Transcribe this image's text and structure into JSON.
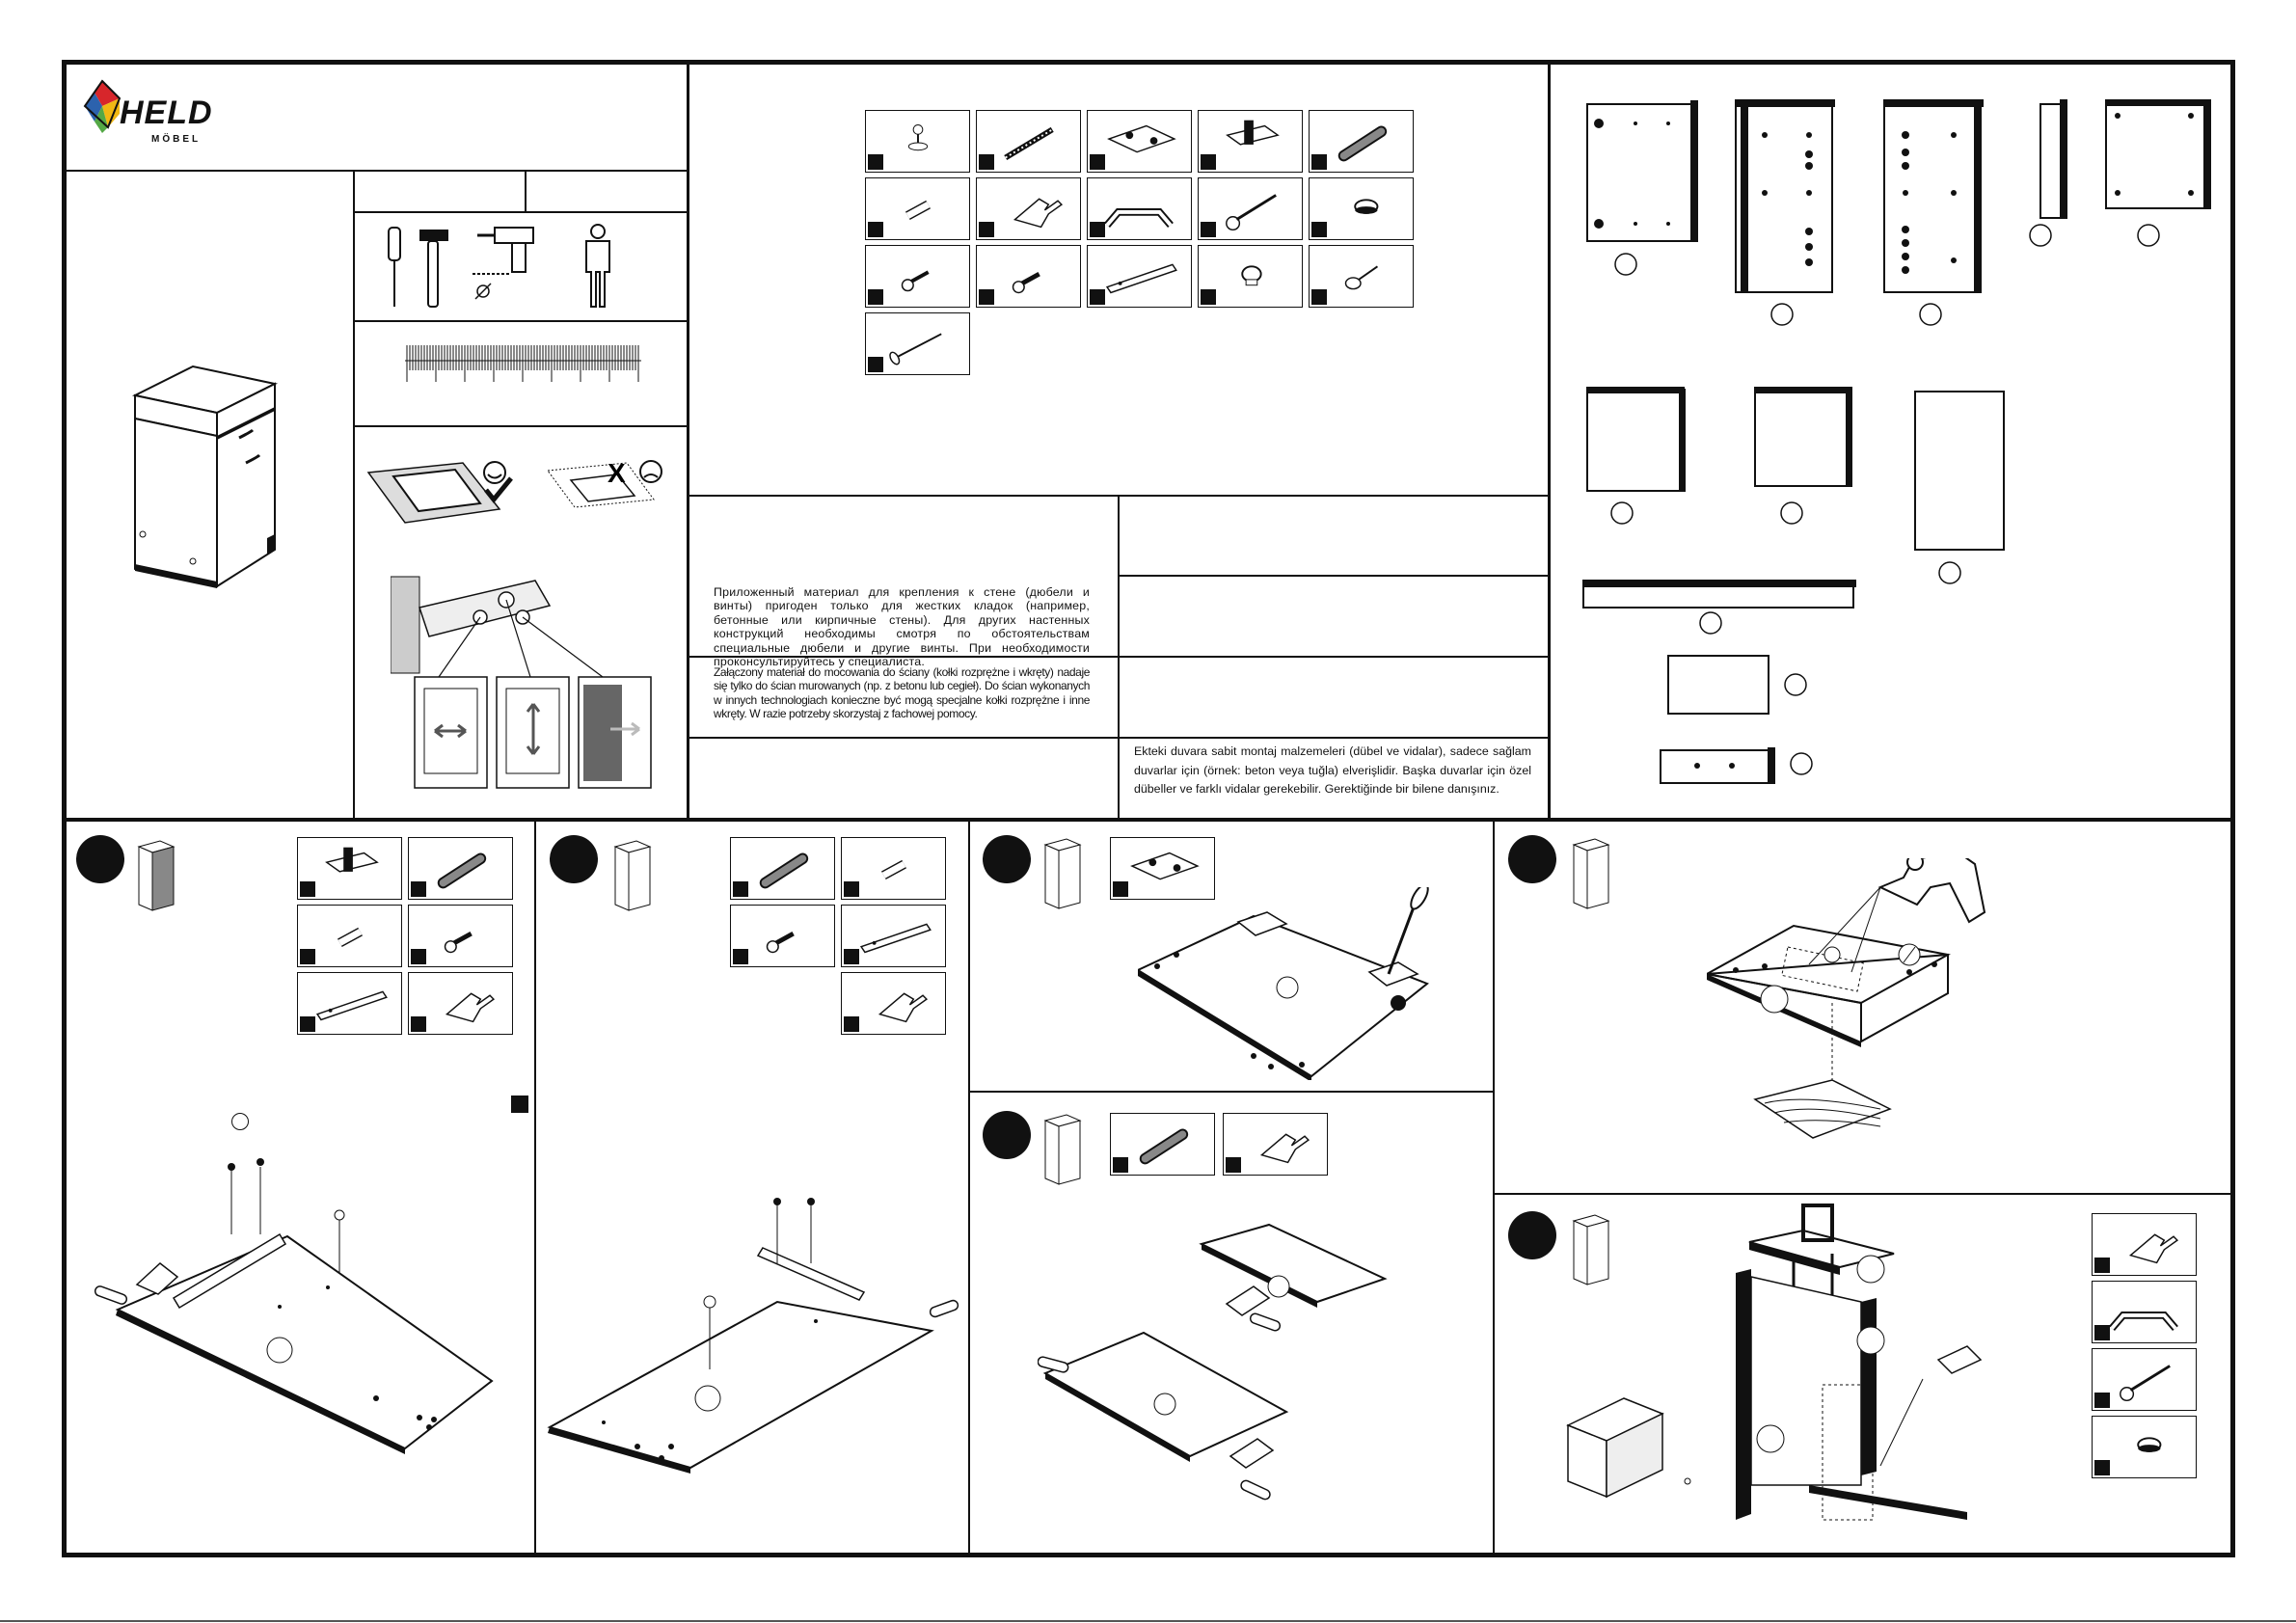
{
  "brand": {
    "name": "HELD",
    "sub": "MÖBEL",
    "colors": [
      "#d7262b",
      "#2c62ad",
      "#f1b814",
      "#54a846"
    ]
  },
  "warnings": {
    "ru": "Приложенный материал для крепления к стене (дюбели и винты) пригоден только для жестких кладок (например, бетонные или кирпичные стены). Для других настенных конструкций необходимы смотря по обстоятельствам специальные дюбели и другие винты. При необходимости проконсультируйтесь у специалиста.",
    "pl": "Załączony materiał do mocowania do ściany (kołki rozprężne i wkręty) nadaje się tylko do ścian murowanych (np. z betonu lub cegieł). Do ścian wykonanych w innych technologiach konieczne być mogą specjalne kołki rozprężne i inne wkręty. W razie potrzeby skorzystaj z fachowej pomocy.",
    "tr": "Ekteki duvara sabit montaj malzemeleri (dübel ve vidalar), sadece sağlam duvarlar için (örnek: beton veya tuğla) elverişlidir. Başka duvarlar için özel dübeller ve farklı vidalar gerekebilir. Gerektiğinde bir bilene danışınız."
  },
  "icons": {
    "tools": [
      "screwdriver-icon",
      "hammer-icon",
      "drill-icon",
      "person-icon",
      "drill-bit-icon",
      "diameter-icon"
    ],
    "feedback": [
      "smiley-happy-icon",
      "checkmark-icon",
      "cross-icon",
      "smiley-sad-icon"
    ],
    "hardware": [
      "leveling-foot",
      "wall-screw",
      "hinge",
      "mounting-plate",
      "wooden-dowel",
      "cam-bolt",
      "glue-bottle",
      "handle",
      "screw",
      "cap",
      "short-screw",
      "euro-screw",
      "drawer-runner",
      "cap-round",
      "connector",
      "nail"
    ]
  }
}
